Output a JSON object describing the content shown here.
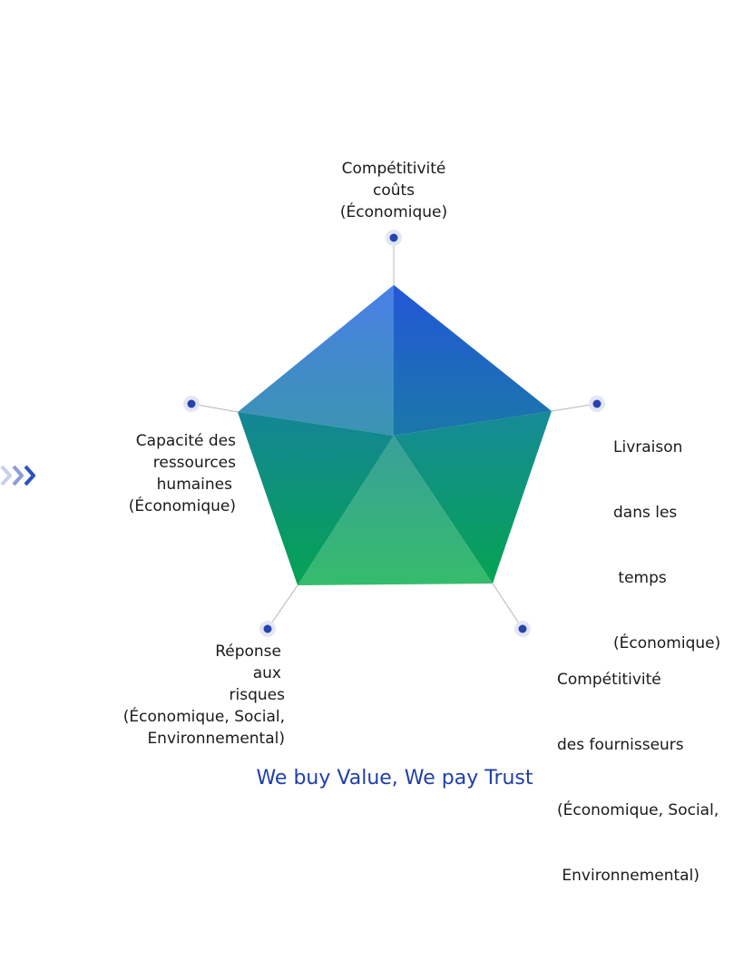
{
  "diagram": {
    "vertices": [
      {
        "id": "cost",
        "label_lines": [
          "Compétitivité",
          "coûts",
          "(Économique)"
        ]
      },
      {
        "id": "delivery",
        "label_lines": [
          "Livraison",
          "dans les",
          " temps",
          "(Économique)"
        ]
      },
      {
        "id": "supplier",
        "label_lines": [
          "Compétitivité",
          "des fournisseurs",
          "(Économique, Social,",
          " Environnemental)"
        ]
      },
      {
        "id": "risk",
        "label_lines": [
          "Réponse",
          "aux",
          "risques",
          "(Économique, Social,",
          "Environnemental)"
        ]
      },
      {
        "id": "hr",
        "label_lines": [
          "Capacité des",
          "ressources",
          "humaines",
          "(Économique)"
        ]
      }
    ]
  },
  "tagline": "We buy Value, We pay Trust",
  "colors": {
    "accent": "#1f3fa8",
    "blue": "#2a5fd8",
    "teal": "#138a94",
    "green": "#0aa55a",
    "light_green": "#35bb73",
    "chevron": "#2d4fc8"
  }
}
